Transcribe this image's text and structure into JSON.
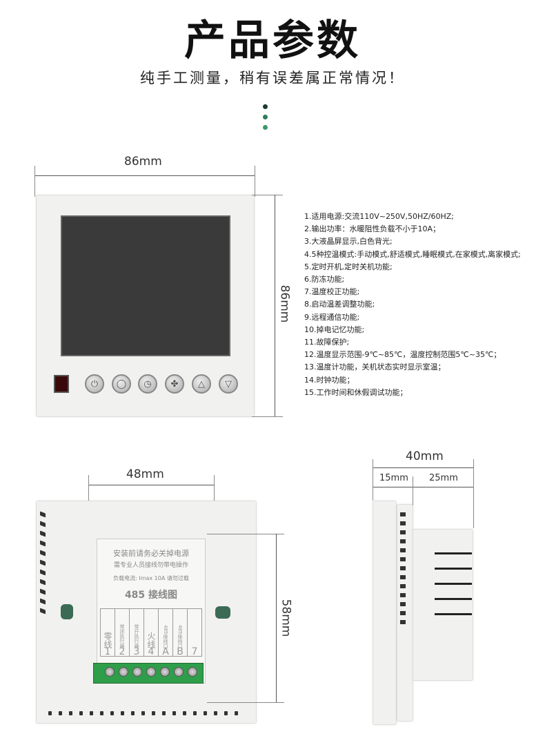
{
  "header": {
    "title": "产品参数",
    "subtitle": "纯手工测量，稍有误差属正常情况！",
    "dot_colors": [
      "#1c3b33",
      "#2e7d5b",
      "#3a9a6c"
    ]
  },
  "front_view": {
    "width_label": "86mm",
    "height_label": "86mm",
    "buttons": [
      "power-icon",
      "mode-icon",
      "clock-icon",
      "fan-icon",
      "up-arrow-icon",
      "down-arrow-icon"
    ],
    "button_glyphs": [
      "⏻",
      "◯",
      "◷",
      "✤",
      "△",
      "▽"
    ]
  },
  "specs": [
    "1.适用电源:交流110V~250V,50HZ/60HZ;",
    "2.输出功率：水暖阻性负载不小于10A；",
    "3.大液晶屏显示,白色背光;",
    "4.5种控温模式:手动模式,舒适模式,睡眠模式,在家模式,离家模式;",
    "5.定时开机,定时关机功能;",
    "6.防冻功能;",
    "7.温度校正功能;",
    "8.启动温差调整功能;",
    "9.远程通信功能;",
    "10.掉电记忆功能;",
    "11.故障保护;",
    "12.温度显示范围-9℃~85℃，温度控制范围5℃~35℃；",
    "13.温度计功能，关机状态实时显示室温；",
    "14.时钟功能；",
    "15.工作时间和休假调试功能；"
  ],
  "back_view": {
    "width_label": "48mm",
    "height_label": "58mm",
    "sticker": {
      "line1": "安装前请务必关掉电源",
      "line2": "需专业人员接线勿带电操作",
      "line3": "负载电流: Imax 10A 请勿过载",
      "diagram_title": "485 接线图",
      "terminals": [
        {
          "name": "零线",
          "num": "1"
        },
        {
          "name": "常闭执行器",
          "num": "2"
        },
        {
          "name": "常开执行器",
          "num": "3"
        },
        {
          "name": "火线",
          "num": "4"
        },
        {
          "name": "485接线口",
          "num": "A"
        },
        {
          "name": "485接线口",
          "num": "B"
        },
        {
          "name": "",
          "num": "7"
        }
      ]
    }
  },
  "side_view": {
    "total_label": "40mm",
    "front_label": "15mm",
    "back_label": "25mm"
  }
}
